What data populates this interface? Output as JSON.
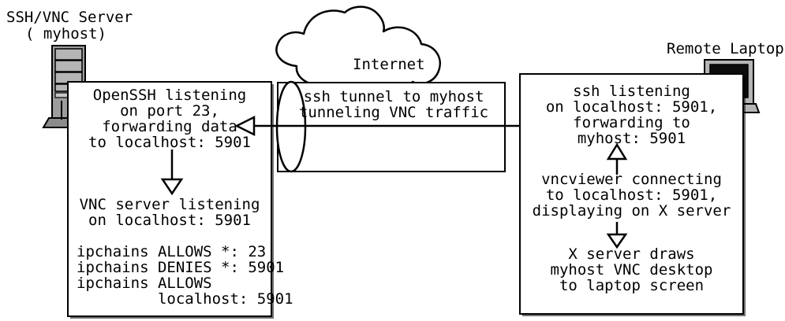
{
  "diagram": {
    "title": "SSH/VNC tunneling diagram",
    "type": "network-diagram",
    "stroke_color": "#000000",
    "fill_color": "#ffffff",
    "device_color": "#a0a0a0"
  },
  "server": {
    "label_line1": "SSH/VNC Server",
    "label_line2": "( myhost)",
    "icon_name": "server-tower-icon",
    "box": {
      "para1": "OpenSSH listening\non port 23,\nforwarding data\nto localhost: 5901",
      "para2": "VNC server listening\non localhost: 5901",
      "rules": [
        "ipchains ALLOWS *: 23",
        "ipchains DENIES *: 5901",
        "ipchains ALLOWS",
        "         localhost: 5901"
      ],
      "arrow_down_name": "server-internal-flow-arrow"
    }
  },
  "internet": {
    "cloud_label": "Internet",
    "icon_name": "cloud-icon"
  },
  "tunnel": {
    "line1": "ssh tunnel to myhost",
    "line2": "tunneling VNC traffic",
    "icon_name": "tunnel-cylinder-icon",
    "arrow_name": "tunnel-traffic-arrow-left"
  },
  "laptop": {
    "label": "Remote Laptop",
    "icon_name": "laptop-icon",
    "box": {
      "para1": "ssh listening\non localhost: 5901,\nforwarding to\nmyhost: 5901",
      "para2": "vncviewer connecting\nto localhost: 5901,\ndisplaying on X server",
      "para3": "X server draws\nmyhost VNC desktop\nto laptop screen",
      "arrow_up_name": "laptop-ssh-uplink-arrow",
      "arrow_down_name": "laptop-xserver-flow-arrow"
    }
  }
}
